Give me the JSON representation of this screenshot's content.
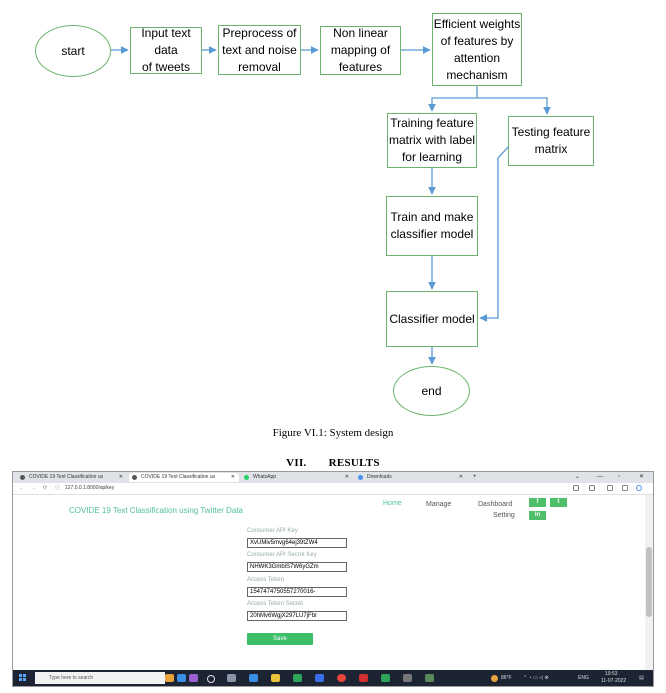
{
  "diagram": {
    "nodes": {
      "start": "start",
      "input": "Input text data\nof tweets",
      "preprocess": "Preprocess of\ntext and noise\nremoval",
      "nonlinear": "Non linear\nmapping of\nfeatures",
      "attention": "Efficient weights\nof features by\nattention\nmechanism",
      "training": "Training feature\nmatrix with label\nfor learning",
      "testing": "Testing feature\nmatrix",
      "train_model": "Train and make\nclassifier model",
      "classifier": "Classifier model",
      "end": "end"
    },
    "colors": {
      "node_border": "#6cb46c",
      "arrow": "#5b9bd5"
    }
  },
  "caption": "Figure VI.1: System design",
  "section": {
    "number": "VII.",
    "title": "RESULTS"
  },
  "screenshot": {
    "tabs": [
      {
        "label": "COVIDE 19 Text Classification us",
        "icon": "globe-icon"
      },
      {
        "label": "COVIDE 19 Text Classification us",
        "icon": "globe-icon"
      },
      {
        "label": "WhatsApp",
        "icon": "whatsapp-icon"
      },
      {
        "label": "Downloads",
        "icon": "download-icon"
      }
    ],
    "new_tab": "+",
    "url": "127.0.0.1:8000/apikey",
    "site_title": "COVIDE 19 Text Classification using Twitter Data",
    "nav": {
      "home": "Home",
      "manage": "Manage",
      "dashboard": "Dashboard",
      "setting": "Setting"
    },
    "social": {
      "facebook": "f",
      "twitter": "t",
      "linkedin": "in"
    },
    "form": {
      "fields": [
        {
          "label": "Consumer API Key",
          "value": "XvUMiv5mvg64ej39tZW4"
        },
        {
          "label": "Consumer API Secret Key",
          "value": "NHWK3GmbiS7W6yGZm"
        },
        {
          "label": "Access Token",
          "value": "1547474750557270016-"
        },
        {
          "label": "Access Token Secret",
          "value": "20hMv6WgjX297LU7jFbr"
        }
      ],
      "save": "Save"
    },
    "taskbar": {
      "search_placeholder": "Type here to search",
      "weather": "86°F",
      "lang": "ENG",
      "time": "19:53",
      "date": "11-07-2022"
    }
  }
}
